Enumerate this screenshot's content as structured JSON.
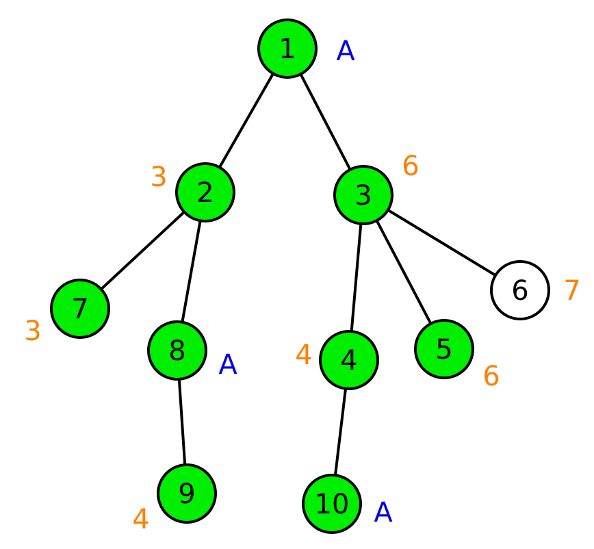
{
  "colors": {
    "visited_fill": "#00ee00",
    "unvisited_fill": "#ffffff",
    "number_tag": "#ff8000",
    "letter_tag": "#0000ee"
  },
  "nodes": [
    {
      "id": "1",
      "label": "1",
      "visited": true,
      "tag": "A",
      "tag_kind": "letter"
    },
    {
      "id": "2",
      "label": "2",
      "visited": true,
      "tag": "3",
      "tag_kind": "number"
    },
    {
      "id": "3",
      "label": "3",
      "visited": true,
      "tag": "6",
      "tag_kind": "number"
    },
    {
      "id": "7",
      "label": "7",
      "visited": true,
      "tag": "3",
      "tag_kind": "number"
    },
    {
      "id": "8",
      "label": "8",
      "visited": true,
      "tag": "A",
      "tag_kind": "letter"
    },
    {
      "id": "4",
      "label": "4",
      "visited": true,
      "tag": "4",
      "tag_kind": "number"
    },
    {
      "id": "5",
      "label": "5",
      "visited": true,
      "tag": "6",
      "tag_kind": "number"
    },
    {
      "id": "6",
      "label": "6",
      "visited": false,
      "tag": "7",
      "tag_kind": "number"
    },
    {
      "id": "9",
      "label": "9",
      "visited": true,
      "tag": "4",
      "tag_kind": "number"
    },
    {
      "id": "10",
      "label": "10",
      "visited": true,
      "tag": "A",
      "tag_kind": "letter"
    }
  ],
  "edges": [
    {
      "from": "1",
      "to": "2"
    },
    {
      "from": "1",
      "to": "3"
    },
    {
      "from": "2",
      "to": "7"
    },
    {
      "from": "2",
      "to": "8"
    },
    {
      "from": "8",
      "to": "9"
    },
    {
      "from": "3",
      "to": "4"
    },
    {
      "from": "3",
      "to": "5"
    },
    {
      "from": "3",
      "to": "6"
    },
    {
      "from": "4",
      "to": "10"
    }
  ]
}
